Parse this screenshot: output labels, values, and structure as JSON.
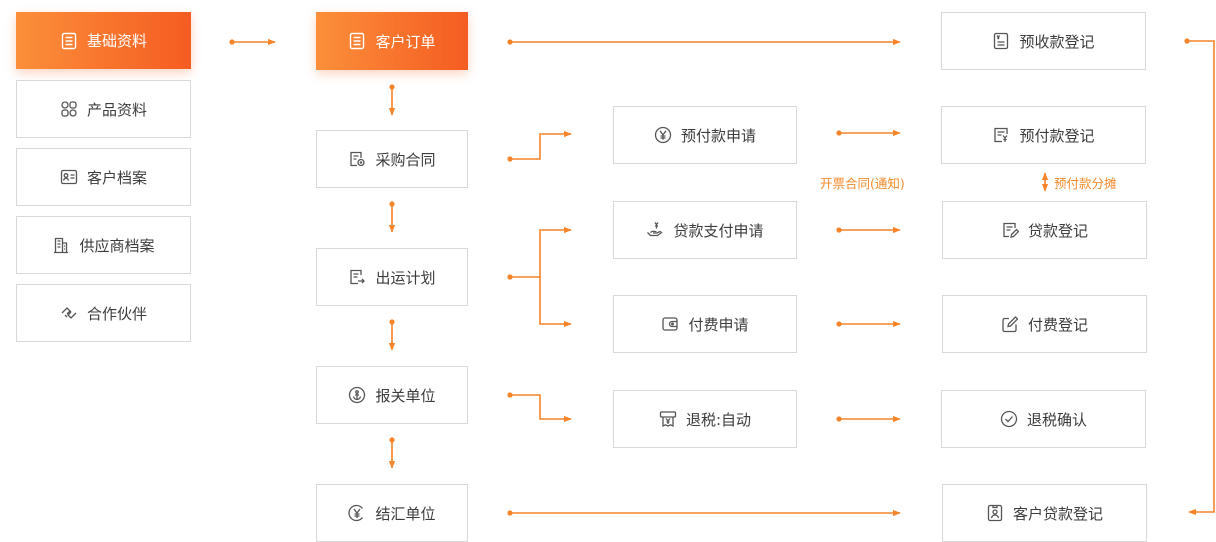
{
  "sidebar": {
    "base": "基础资料",
    "product": "产品资料",
    "customer_profile": "客户档案",
    "supplier_profile": "供应商档案",
    "partner": "合作伙伴"
  },
  "flow": {
    "customer_order": "客户订单",
    "purchase_contract": "采购合同",
    "shipping_plan": "出运计划",
    "customs_unit": "报关单位",
    "settlement_unit": "结汇单位",
    "prepay_apply": "预付款申请",
    "loan_pay_apply": "贷款支付申请",
    "fee_apply": "付费申请",
    "tax_refund_auto": "退税:自动",
    "prereceipt_register": "预收款登记",
    "prepay_register": "预付款登记",
    "loan_register": "贷款登记",
    "fee_register": "付费登记",
    "tax_refund_confirm": "退税确认",
    "customer_loan_register": "客户贷款登记"
  },
  "notes": {
    "invoice_contract": "开票合同(通知)",
    "prepay_split": "预付款分摊"
  },
  "colors": {
    "accent": "#f5842a",
    "accent_gradient_start": "#fb8f3a",
    "accent_gradient_end": "#f55c21",
    "border": "#d9d9d9",
    "text": "#3c3c3c"
  }
}
